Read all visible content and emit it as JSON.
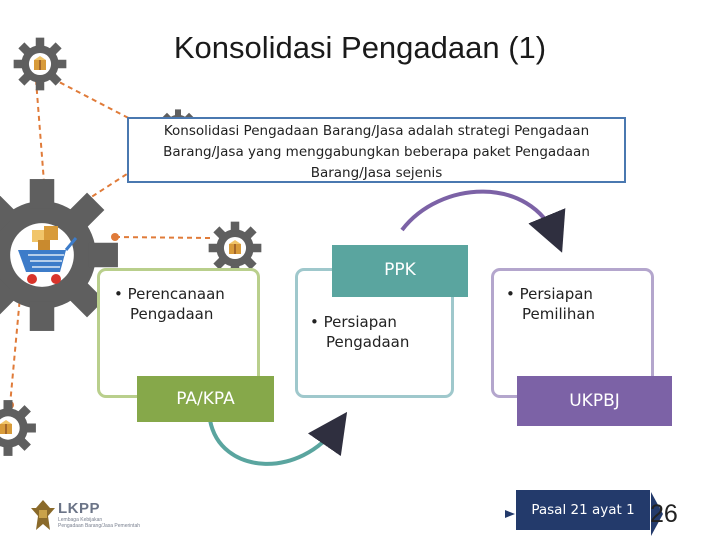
{
  "title": "Konsolidasi Pengadaan (1)",
  "definition": {
    "line1": "Konsolidasi Pengadaan Barang/Jasa adalah strategi Pengadaan",
    "line2": "Barang/Jasa yang menggabungkan beberapa paket Pengadaan",
    "line3": "Barang/Jasa sejenis"
  },
  "roles": {
    "left": {
      "tag": "PA/KPA",
      "bullet_line1": "• Perencanaan",
      "bullet_line2": "Pengadaan"
    },
    "mid": {
      "tag": "PPK",
      "bullet_line1": "• Persiapan",
      "bullet_line2": "Pengadaan"
    },
    "right": {
      "tag": "UKPBJ",
      "bullet_line1": "• Persiapan",
      "bullet_line2": "Pemilihan"
    }
  },
  "footer": {
    "pasal": "Pasal 21 ayat 1",
    "page_number": "26",
    "logo_text": "LKPP",
    "logo_sub_line1": "Lembaga Kebijakan",
    "logo_sub_line2": "Pengadaan Barang/Jasa Pemerintah"
  },
  "colors": {
    "green": "#86a84a",
    "teal": "#5aa59f",
    "purple": "#7c62a6",
    "navy": "#233a6b",
    "gear": "#5f5f5f",
    "connector": "#e07b39",
    "definition_border": "#4a78b0"
  },
  "icons": [
    "gear-icon",
    "shopping-cart-icon",
    "box-icon",
    "garuda-emblem-icon"
  ]
}
